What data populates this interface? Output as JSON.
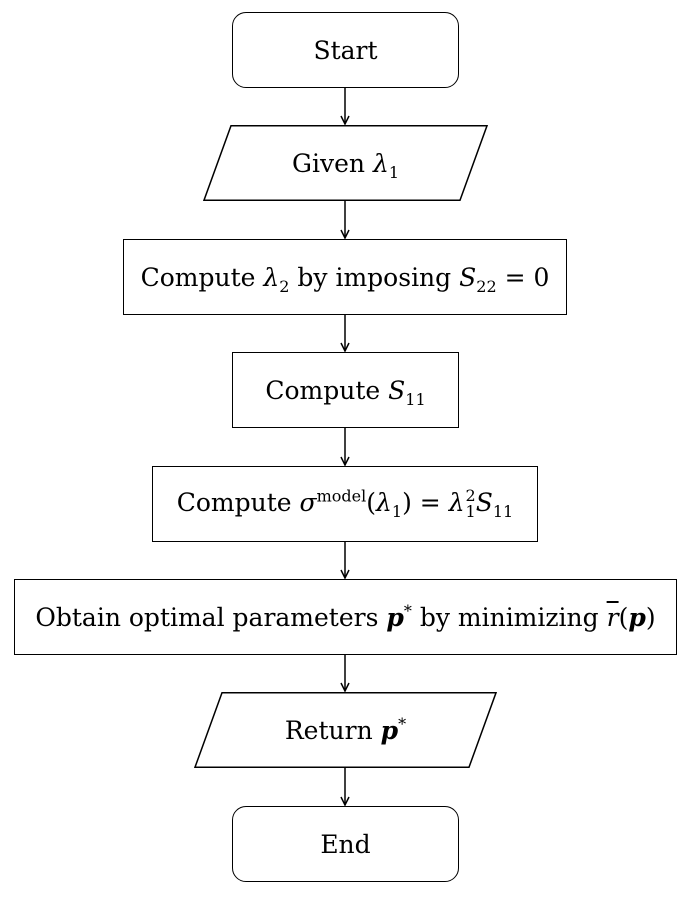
{
  "flowchart": {
    "start": {
      "label": "Start"
    },
    "given": {
      "label": "Given",
      "symbol": "λ",
      "sub": "1"
    },
    "compute_l2": {
      "label": "Compute",
      "symbol": "λ",
      "sub": "2",
      "middle": "by imposing",
      "rhs_sym": "S",
      "rhs_sub": "22",
      "rhs_tail": "= 0"
    },
    "compute_s11": {
      "label": "Compute",
      "symbol": "S",
      "sub": "11"
    },
    "compute_sigma": {
      "label": "Compute",
      "symbol": "σ",
      "sup": "model",
      "arg_sym": "λ",
      "arg_sub": "1",
      "eq": "=",
      "rhs_sym": "λ",
      "rhs_sub": "1",
      "rhs_sup": "2",
      "rhs2_sym": "S",
      "rhs2_sub": "11"
    },
    "obtain": {
      "label": "Obtain optimal parameters",
      "symbol": "p",
      "sup": "*",
      "middle": "by minimizing",
      "fn": "r",
      "arg": "p"
    },
    "return": {
      "label": "Return",
      "symbol": "p",
      "sup": "*"
    },
    "end": {
      "label": "End"
    }
  }
}
